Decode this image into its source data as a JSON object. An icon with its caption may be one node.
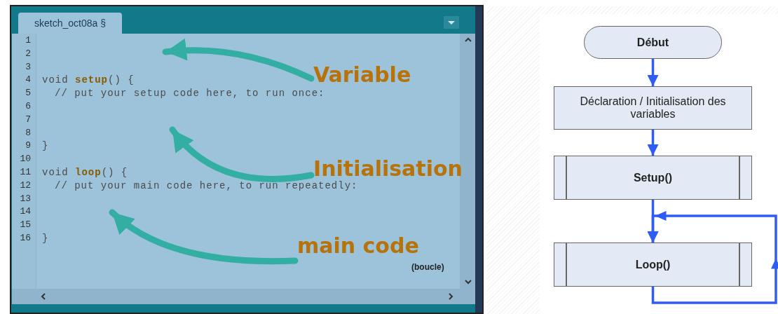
{
  "diagram": {
    "nodes": [
      {
        "text": [
          "Variable"
        ]
      },
      {
        "text": [
          "Initialisation"
        ]
      },
      {
        "text": [
          "main code"
        ],
        "beside": [
          "(boucle)"
        ]
      },
      {
        "text": [
          "Début"
        ]
      },
      {
        "text": [
          "Déclaration / Initialisation des variables"
        ]
      },
      {
        "text": [
          "Setup()"
        ]
      },
      {
        "text": [
          "Loop()"
        ]
      }
    ],
    "edges": [
      {
        "from": 0,
        "to": null,
        "arrow": "to",
        "color": "#33aea3",
        "style": "thick"
      },
      {
        "from": 1,
        "to": null,
        "arrow": "to",
        "color": "#33aea3",
        "style": "thick"
      },
      {
        "from": 2,
        "to": null,
        "arrow": "to",
        "color": "#33aea3",
        "style": "thick"
      },
      {
        "from": 3,
        "to": 4,
        "arrow": "to"
      },
      {
        "from": 4,
        "to": 5,
        "arrow": "to"
      },
      {
        "from": 5,
        "to": 6,
        "arrow": "to"
      },
      {
        "from": 6,
        "to": 6,
        "arrow": "to"
      }
    ],
    "labels": [
      "sketch_oct08a §",
      "1",
      "2",
      "3",
      "4",
      "void **setup**() {",
      "5",
      "// put your setup code here, to run once:",
      "6",
      "7",
      "8",
      "9",
      "}",
      "10",
      "11",
      "void **loop**() {",
      "12",
      "// put your main code here, to run repeatedly:",
      "13",
      "14",
      "15",
      "16",
      "}"
    ]
  }
}
